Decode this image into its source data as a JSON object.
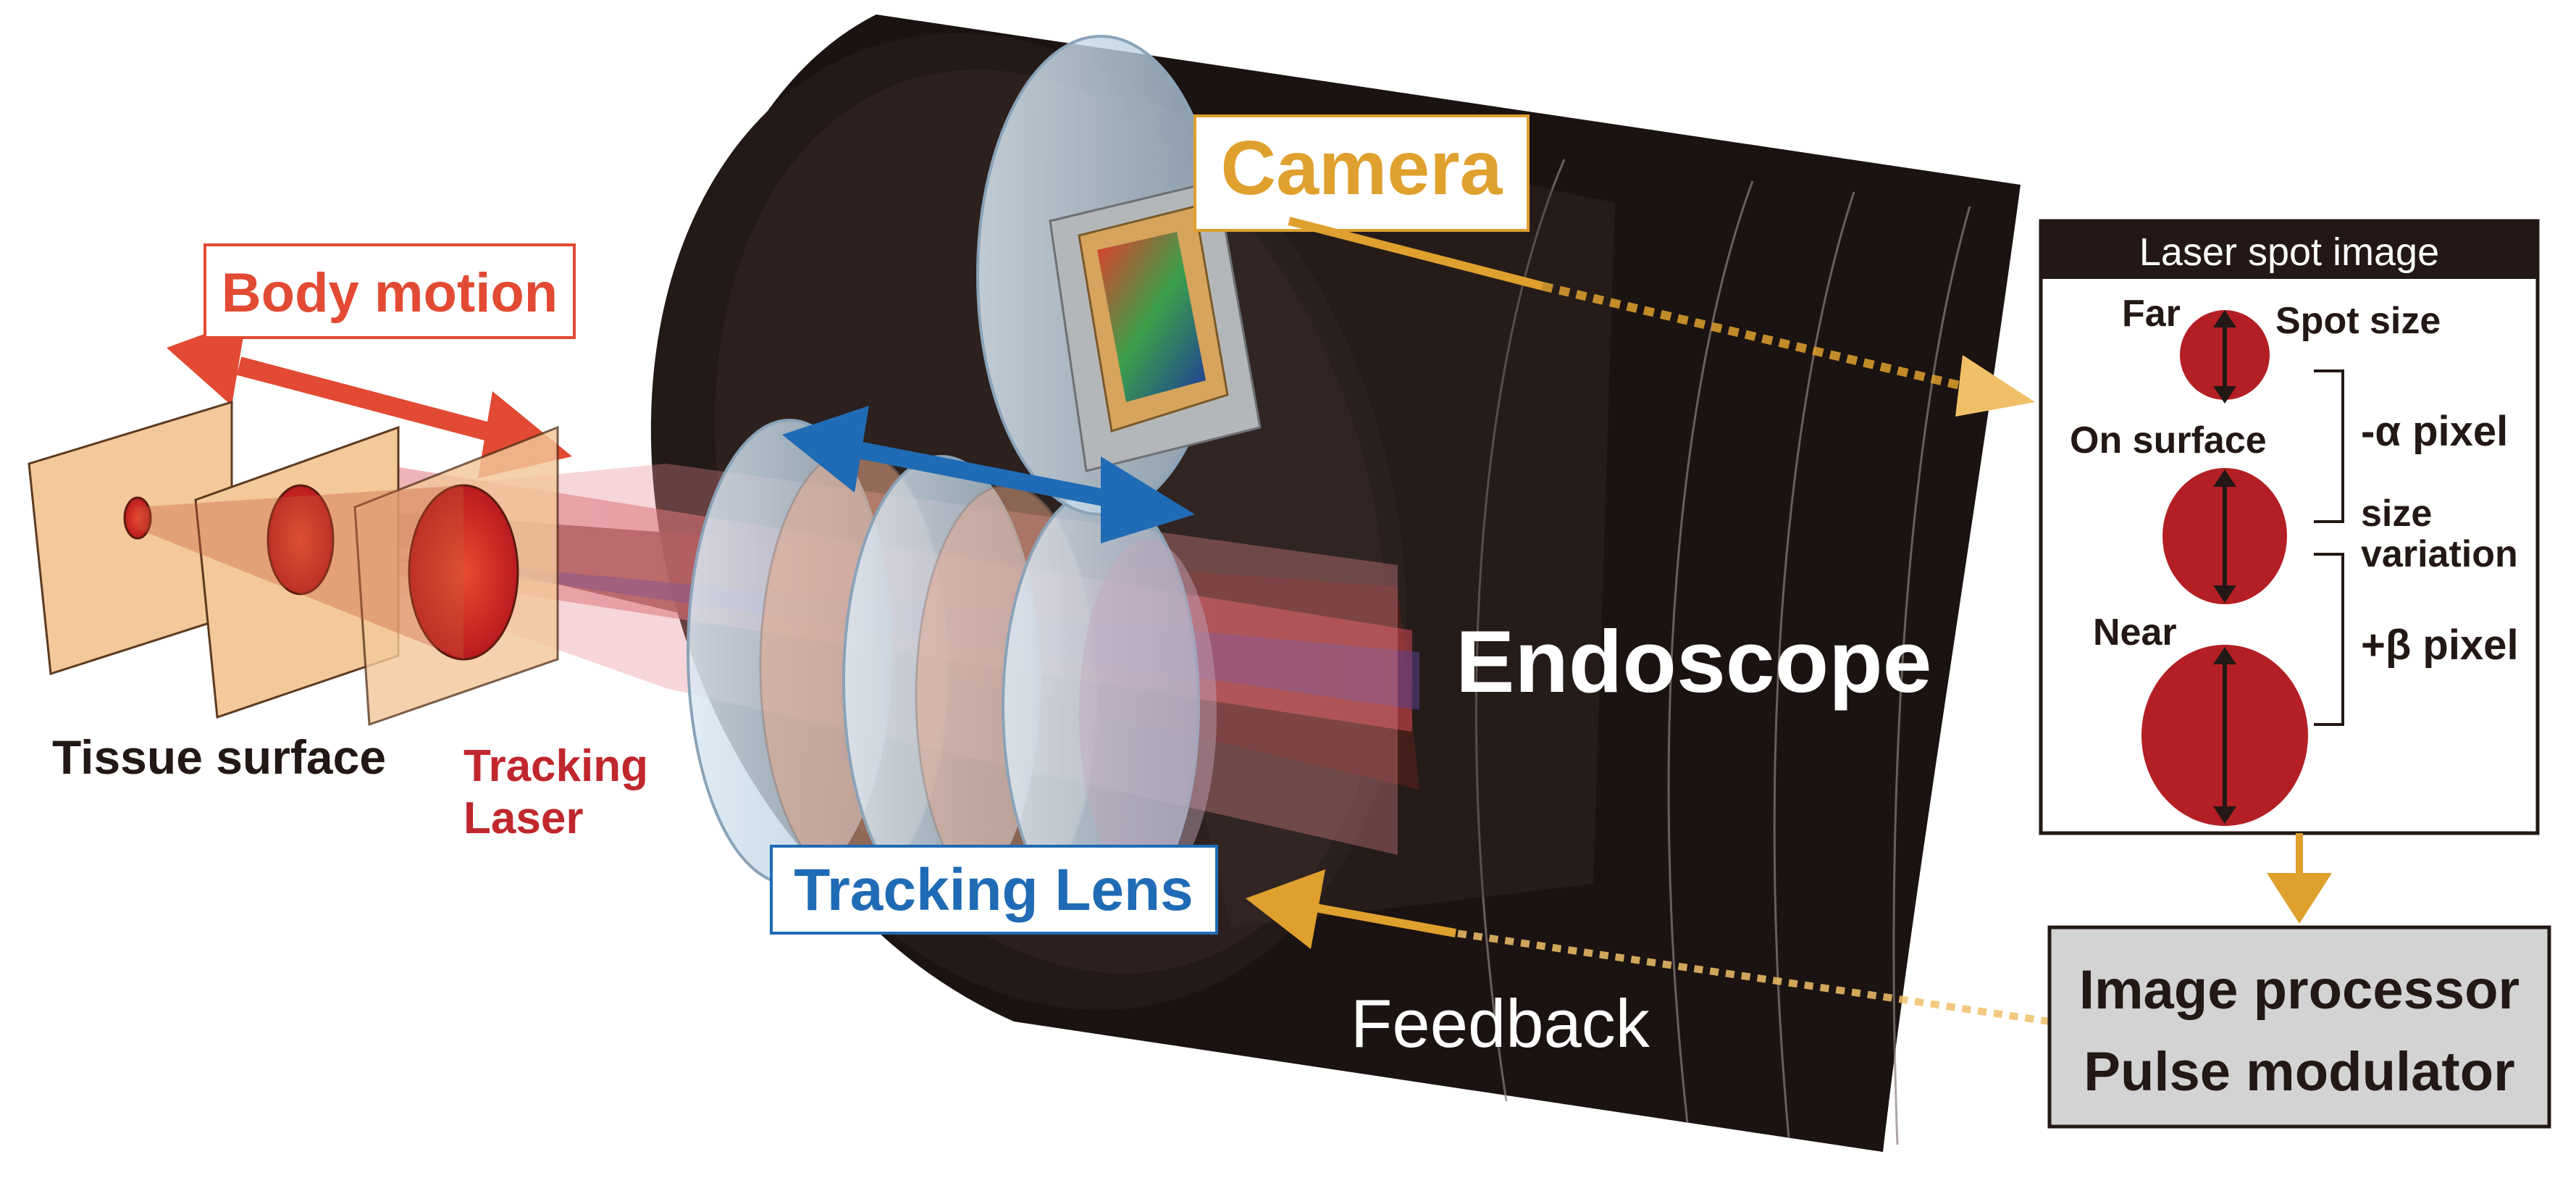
{
  "labels": {
    "body_motion": "Body motion",
    "tissue_surface": "Tissue surface",
    "tracking_laser_1": "Tracking",
    "tracking_laser_2": "Laser",
    "camera": "Camera",
    "tracking_lens": "Tracking Lens",
    "endoscope": "Endoscope",
    "feedback": "Feedback"
  },
  "spot_panel": {
    "title": "Laser spot image",
    "far": "Far",
    "spot_size": "Spot size",
    "on_surface": "On surface",
    "minus_alpha": "-α pixel",
    "size": "size",
    "variation": "variation",
    "near": "Near",
    "plus_beta": "+β pixel"
  },
  "processor": {
    "line1": "Image processor",
    "line2": "Pulse modulator"
  },
  "colors": {
    "laser_red": "#c0272d",
    "motion_red": "#e24a33",
    "lens_blue": "#1f6bb5",
    "camera_gold": "#e0a02e",
    "endoscope_dark": "#1a1210",
    "tissue": "#f3c89a",
    "spot_red": "#b31f24",
    "processor_gray": "#d3d3d3"
  }
}
